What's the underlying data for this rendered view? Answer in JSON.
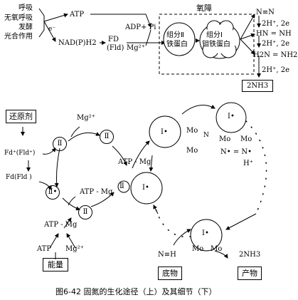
{
  "top": {
    "sources": [
      "呼吸",
      "无氧呼吸",
      "发酵",
      "光合作用"
    ],
    "electron": "e⁻",
    "atp": "ATP",
    "nadph": "NAD(P)H2",
    "fd": "FD",
    "fld": "(Fld)",
    "mg": "Mg²⁺",
    "adp": "ADP+ Pi",
    "o2_barrier": "氧障",
    "comp2_l1": "组分Ⅱ",
    "comp2_l2": "铁蛋白",
    "comp1_l1": "组分Ⅰ",
    "comp1_l2": "钼铁蛋白",
    "steps": [
      {
        "molecule": "N≡N",
        "reagent": "2H⁺, 2e"
      },
      {
        "molecule": "HN = NH",
        "reagent": "2H⁺, 2e"
      },
      {
        "molecule": "H2N = NH2",
        "reagent": "2H⁺, 2e"
      }
    ],
    "product": "2NH3"
  },
  "bottom": {
    "reductant": "还原剂",
    "mg": "Mg²⁺",
    "fd_ox": "Fd⁺(Fld⁺)",
    "fd_red": "Fd(Fld )",
    "ii": "Ⅱ",
    "ii_dot": "Ⅱ•",
    "atp_mg_1": "ATP - Mg",
    "atp_mg_2": "ATP - Mg",
    "atp_mg_3": "ATP - Mg",
    "atp": "ATP",
    "mg2": "Mg²⁺",
    "energy": "能量",
    "i_dot": "Ⅰ•",
    "i": "Ⅰ",
    "mo": "Mo",
    "n_label": "N",
    "n_dot_n": "N• = N•",
    "h_plus": "H⁺",
    "nn": "N≡H",
    "product": "2NH3",
    "substrate_box": "底物",
    "product_box": "产物"
  },
  "caption": "图6-42  固氮的生化途径（上）及其细节（下）"
}
